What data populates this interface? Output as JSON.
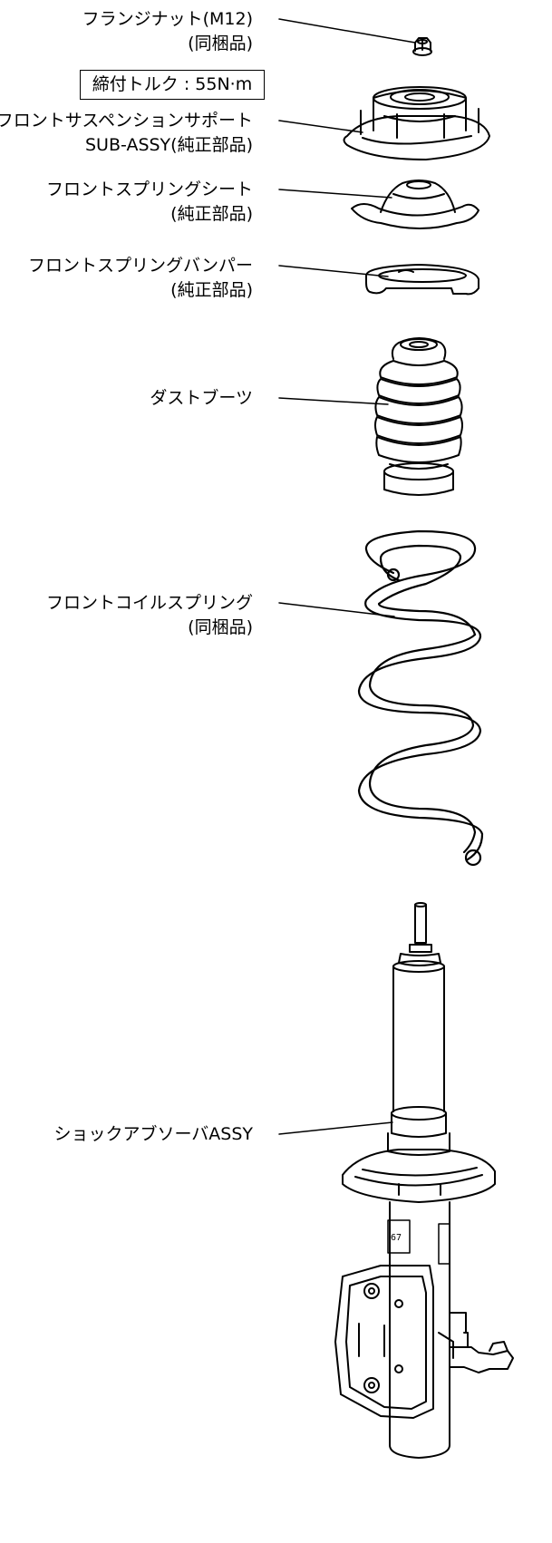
{
  "callouts": [
    {
      "line1": "フランジナット(M12)",
      "line2": "(同梱品)"
    },
    {
      "line1": "フロントサスペンションサポート",
      "line2": "SUB-ASSY(純正部品)"
    },
    {
      "line1": "フロントスプリングシート",
      "line2": "(純正部品)"
    },
    {
      "line1": "フロントスプリングバンパー",
      "line2": "(純正部品)"
    },
    {
      "line1": "ダストブーツ",
      "line2": ""
    },
    {
      "line1": "フロントコイルスプリング",
      "line2": "(同梱品)"
    },
    {
      "line1": "ショックアブソーバASSY",
      "line2": ""
    }
  ],
  "torque_note": "締付トルク : 55N·m",
  "shock_label_marking": "67"
}
